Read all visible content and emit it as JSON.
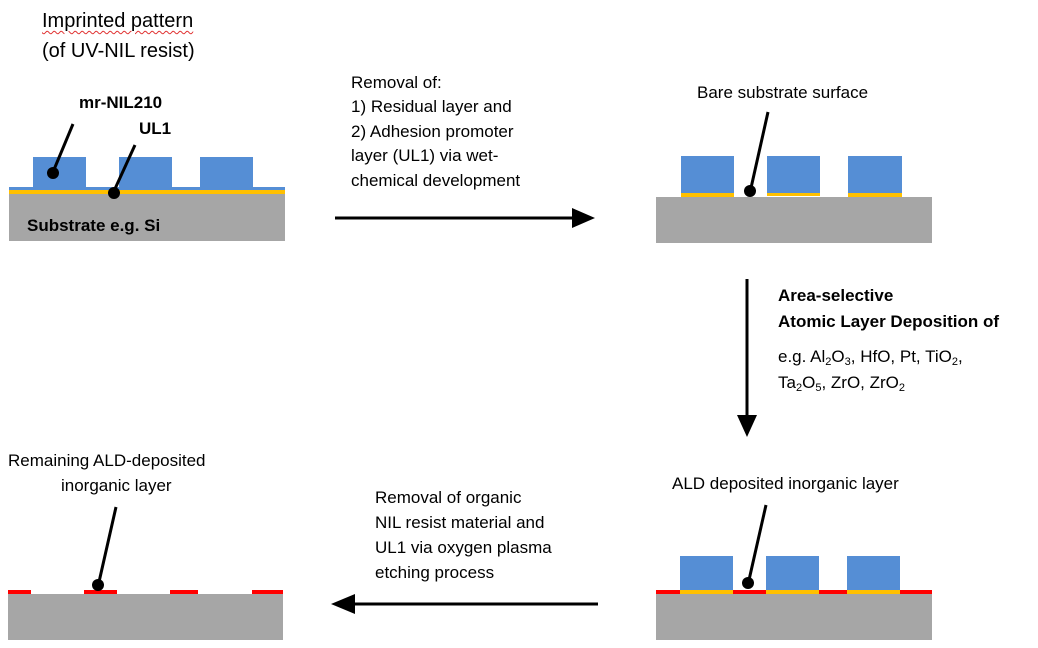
{
  "colors": {
    "resist": "#558ED5",
    "ul1": "#FFC000",
    "substrate": "#A6A6A6",
    "ald_layer": "#FF0000",
    "arrow": "#000000"
  },
  "panel1": {
    "title_line1": "Imprinted pattern",
    "title_line2": "(of UV-NIL resist)",
    "label_resist": "mr-NIL210",
    "label_ul1": "UL1",
    "label_substrate": "Substrate e.g. Si"
  },
  "step1": {
    "line1": "Removal of:",
    "line2": "1) Residual layer and",
    "line3": "2) Adhesion promoter",
    "line4": "layer (UL1) via wet-",
    "line5": "chemical development"
  },
  "panel2": {
    "label": "Bare substrate surface"
  },
  "step2": {
    "line1": "Area-selective",
    "line2": "Atomic Layer Deposition of",
    "materials_line1": "e.g. Al2O3, HfO, Pt, TiO2,",
    "materials_line2": "Ta2O5, ZrO, ZrO2"
  },
  "panel3": {
    "label": "ALD deposited inorganic layer"
  },
  "step3": {
    "line1": "Removal of organic",
    "line2": "NIL resist material and",
    "line3": "UL1 via oxygen plasma",
    "line4": "etching process"
  },
  "panel4": {
    "label_line1": "Remaining ALD-deposited",
    "label_line2": "inorganic layer"
  }
}
